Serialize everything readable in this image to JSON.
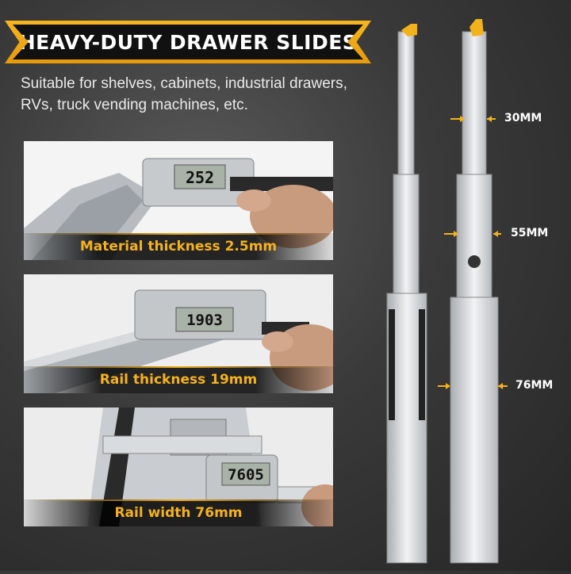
{
  "banner": {
    "title": "HEAVY-DUTY DRAWER SLIDES"
  },
  "subtitle": "Suitable for shelves, cabinets, industrial drawers, RVs, truck vending machines, etc.",
  "panels": [
    {
      "caption": "Material thickness 2.5mm",
      "display_reading": "252"
    },
    {
      "caption": "Rail thickness 19mm",
      "display_reading": "1903"
    },
    {
      "caption": "Rail width 76mm",
      "display_reading": "7605"
    }
  ],
  "dimensions": [
    "30MM",
    "55MM",
    "76MM"
  ],
  "colors": {
    "accent": "#f5b21b",
    "background": "#3a3a3a",
    "rail": "#d9dcdf"
  }
}
